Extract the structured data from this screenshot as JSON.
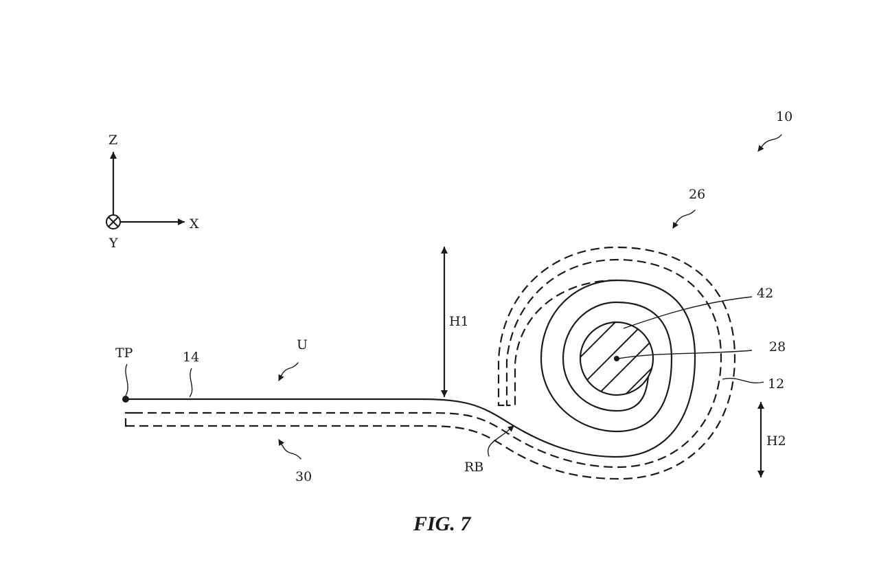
{
  "figure": {
    "caption": "FIG. 7",
    "axes": {
      "z": "Z",
      "x": "X",
      "y": "Y"
    },
    "labels": {
      "ref_10": "10",
      "ref_26": "26",
      "ref_42": "42",
      "ref_28": "28",
      "ref_12": "12",
      "ref_14": "14",
      "ref_30": "30",
      "tp": "TP",
      "u": "U",
      "h1": "H1",
      "h2": "H2",
      "rb": "RB"
    }
  }
}
